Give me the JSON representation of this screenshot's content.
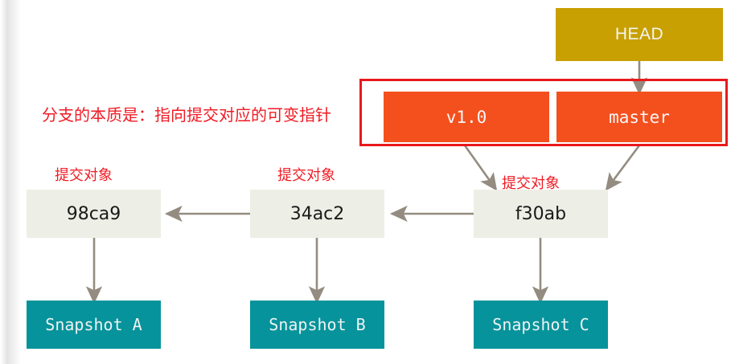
{
  "diagram": {
    "title_note": "分支的本质是：指向提交对应的可变指针",
    "colors": {
      "head": "#c8a002",
      "ref": "#f4501e",
      "commit": "#edeee5",
      "snapshot": "#06939b",
      "annotation_red": "#f01b24",
      "frame_red": "#e8191b",
      "arrow_gray": "#948c80"
    },
    "head": {
      "label": "HEAD"
    },
    "refs": [
      {
        "label": "v1.0",
        "name": "tag-v1-0"
      },
      {
        "label": "master",
        "name": "branch-master"
      }
    ],
    "commits": [
      {
        "id": "98ca9",
        "annotation": "提交对象"
      },
      {
        "id": "34ac2",
        "annotation": "提交对象"
      },
      {
        "id": "f30ab",
        "annotation": "提交对象"
      }
    ],
    "snapshots": [
      {
        "label": "Snapshot A"
      },
      {
        "label": "Snapshot B"
      },
      {
        "label": "Snapshot C"
      }
    ]
  }
}
